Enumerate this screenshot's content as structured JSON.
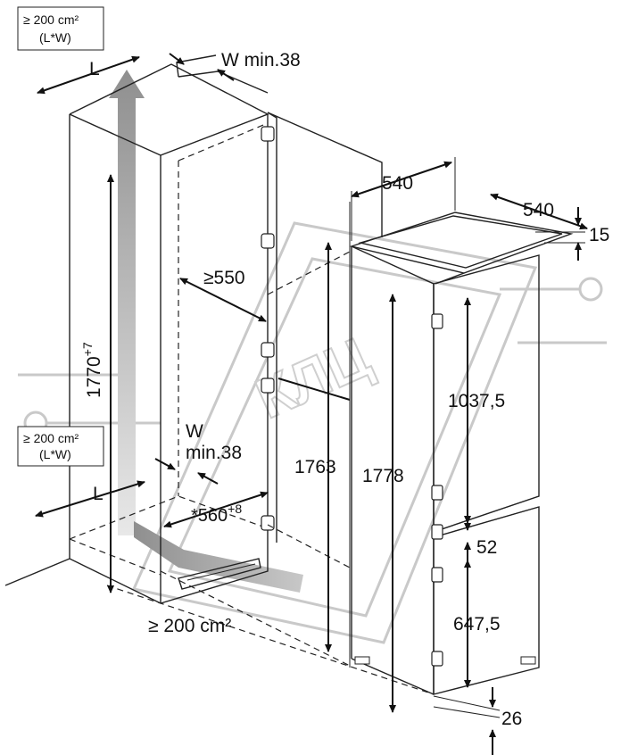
{
  "labels": {
    "area_top_line1": "≥ 200 cm²",
    "area_top_line2": "(L*W)",
    "area_mid_line1": "≥ 200 cm²",
    "area_mid_line2": "(L*W)",
    "L_top": "L",
    "L_bottom": "L",
    "W_min_top": "W min.38",
    "W_mid": "W",
    "min38_mid": "min.38",
    "depth_550": "≥550",
    "height_1770": "1770",
    "height_1770_sup": "+7",
    "niche_560": "*560",
    "niche_560_sup": "+8",
    "area_bottom": "≥ 200 cm²",
    "dim_540_depth": "540",
    "dim_540_width": "540",
    "dim_15": "15",
    "dim_1763": "1763",
    "dim_1778": "1778",
    "dim_1037": "1037,5",
    "dim_52": "52",
    "dim_647": "647,5",
    "dim_26": "26"
  },
  "colors": {
    "line": "#222222",
    "airflow_arrow": "#999999",
    "watermark": "#c9c9c9"
  }
}
